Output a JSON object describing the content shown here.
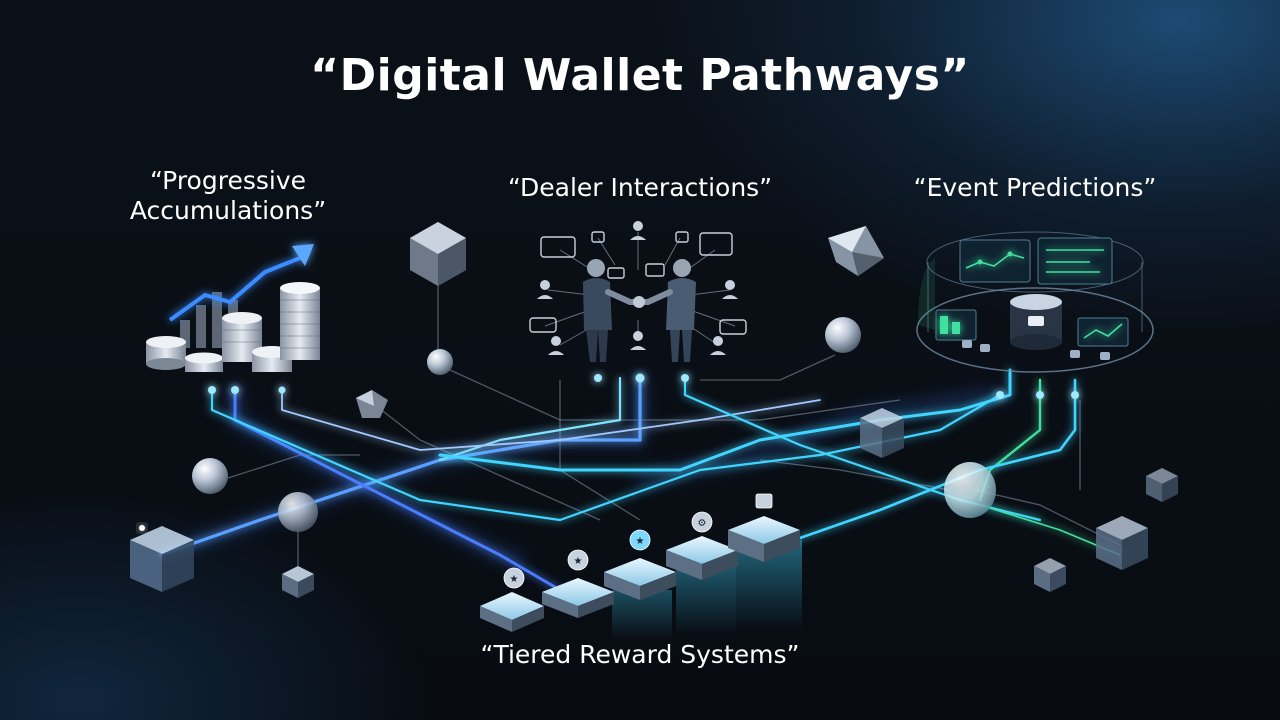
{
  "title": "“Digital Wallet Pathways”",
  "nodes": {
    "accumulations": {
      "line1": "“Progressive",
      "line2": "Accumulations”"
    },
    "dealer": "“Dealer Interactions”",
    "event": "“Event Predictions”",
    "rewards": "“Tiered Reward Systems”"
  },
  "colors": {
    "accent_cyan": "#3fd4ff",
    "accent_blue": "#4a7dff",
    "accent_green": "#3fe0a0",
    "background": "#0a0f16"
  }
}
